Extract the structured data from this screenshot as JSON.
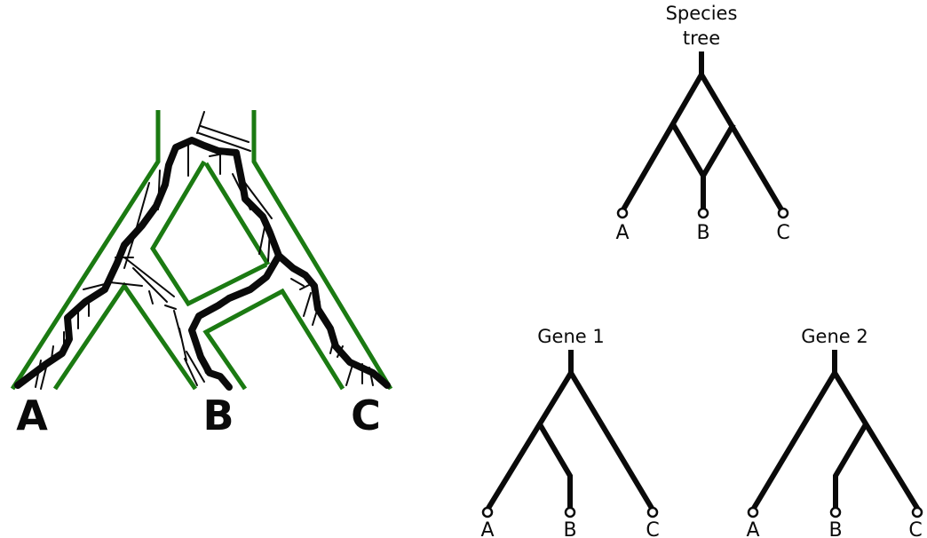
{
  "colors": {
    "ink": "#0a0a0a",
    "network": "#1b7a12",
    "background": "#ffffff"
  },
  "network_diagram": {
    "taxa": [
      "A",
      "B",
      "C"
    ]
  },
  "species_tree": {
    "title_line1": "Species",
    "title_line2": "tree",
    "taxa": [
      "A",
      "B",
      "C"
    ]
  },
  "gene_trees": [
    {
      "title": "Gene 1",
      "taxa": [
        "A",
        "B",
        "C"
      ]
    },
    {
      "title": "Gene 2",
      "taxa": [
        "A",
        "B",
        "C"
      ]
    }
  ]
}
